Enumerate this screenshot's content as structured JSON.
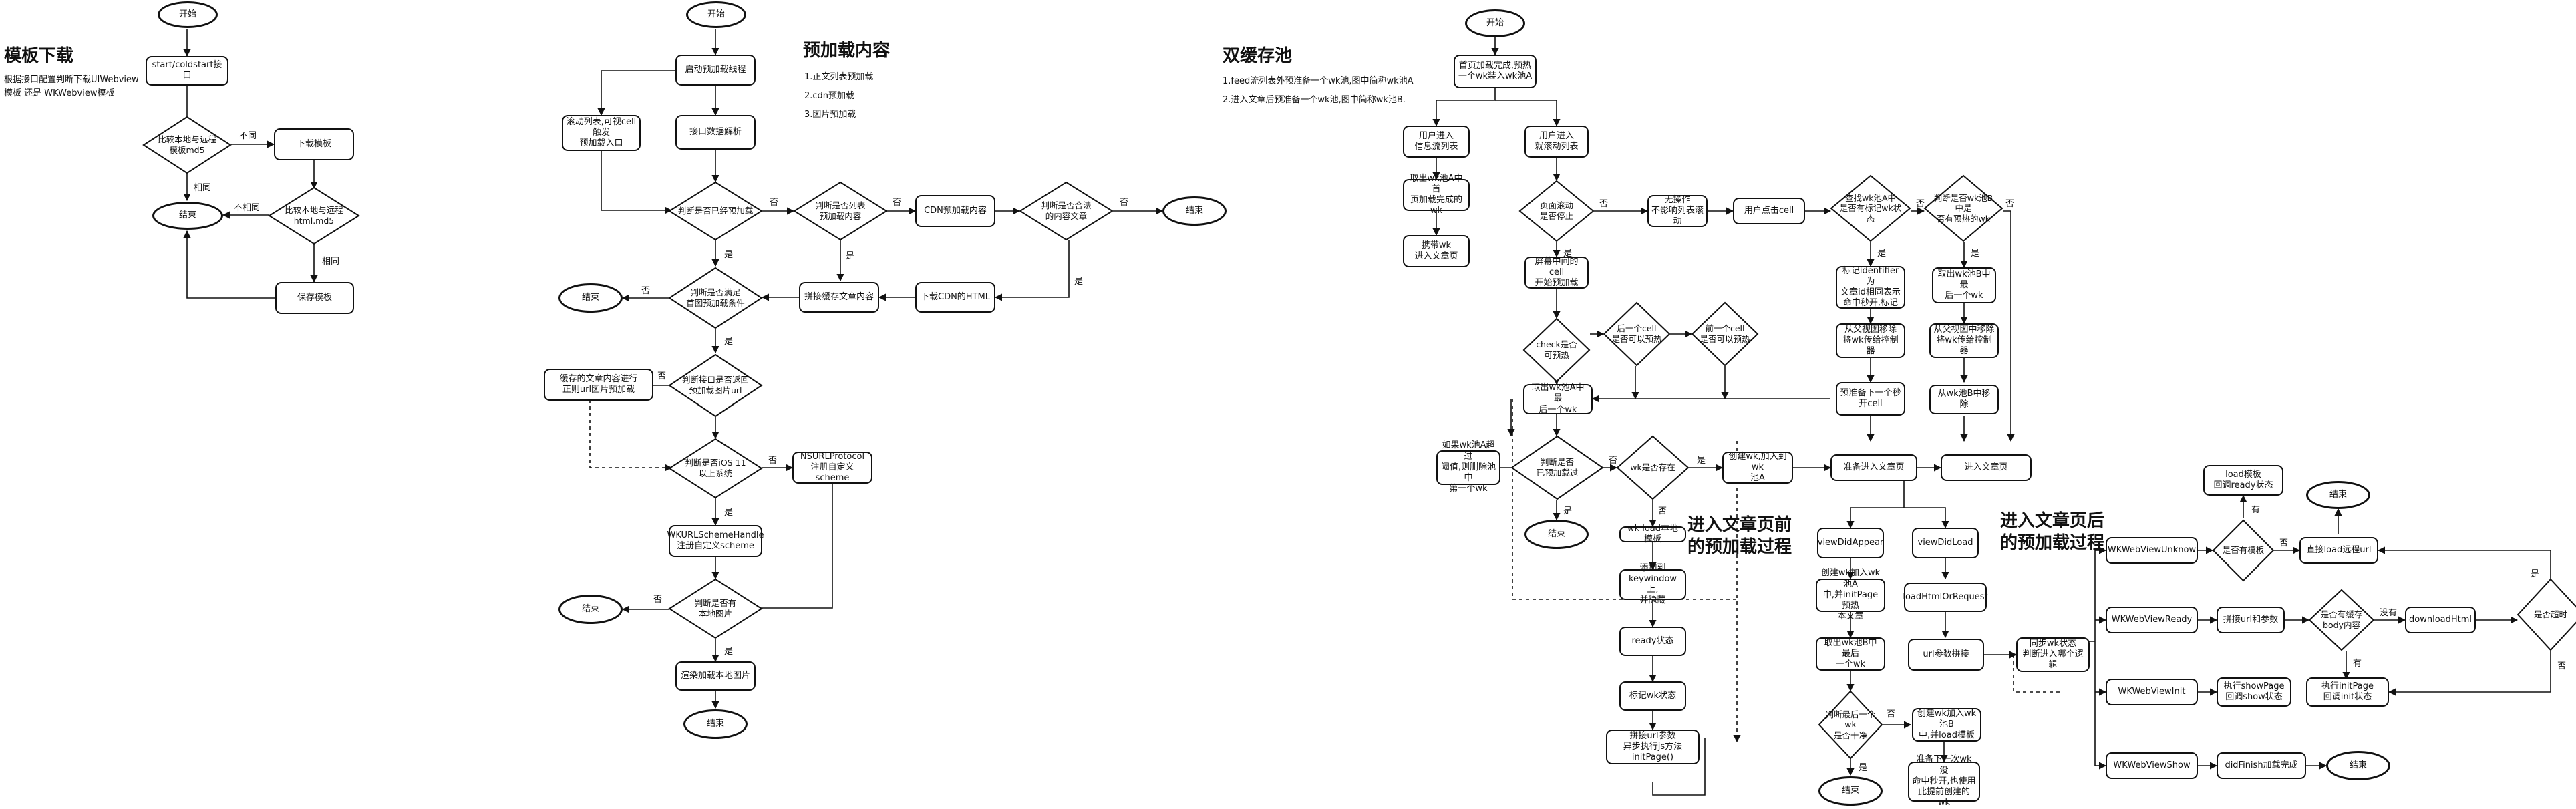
{
  "headings": {
    "template_download": "模板下载",
    "template_desc": "根据接口配置判断下载UIWebview\n模板 还是 WKWebview模板",
    "preload_content": "预加载内容",
    "preload_list": [
      "1.正文列表预加载",
      "2.cdn预加载",
      "3.图片预加载"
    ],
    "dual_cache": "双缓存池",
    "cache_notes": [
      "1.feed流列表外预准备一个wk池,图中简称wk池A",
      "2.进入文章后预准备一个wk池,图中简称wk池B."
    ],
    "enter_article_before": "进入文章页前\n的预加载过程",
    "enter_article_after": "进入文章页后\n的预加载过程"
  },
  "template": {
    "start": "开始",
    "startup": "start/coldstart接口",
    "compare_md5": "比较本地与远程\n模板md5",
    "download_template": "下载模板",
    "compare_html_md5": "比较本地与远程\nhtml.md5",
    "save_template": "保存模板",
    "end": "结束",
    "diff": "不同",
    "same": "相同",
    "not_same": "不相同",
    "same2": "相同"
  },
  "preload": {
    "start": "开始",
    "start_thread": "启动预加载线程",
    "scroll_list": "滚动列表,可视cell触发\n预加载入口",
    "api_parse": "接口数据解析",
    "already_loaded": "判断是否已经预加载",
    "is_list_content": "判断是否列表\n预加载内容",
    "cdn_content": "CDN预加载内容",
    "is_legal_article": "判断是否合法\n的内容文章",
    "end_right": "结束",
    "meet_condition": "判断是否满足\n首图预加载条件",
    "concat_cache": "拼接缓存文章内容",
    "download_cdn": "下载CDN的HTML",
    "end_left": "结束",
    "return_url": "判断接口是否返回\n预加载图片url",
    "cache_update": "缓存的文章内容进行\n正则url图片预加载",
    "ios11": "判断是否iOS 11\n以上系统",
    "nsurl": "NSURLProtocol\n注册自定义scheme",
    "wkurl": "WKURLSchemeHandle\n注册自定义scheme",
    "has_local_image": "判断是否有\n本地图片",
    "end_local": "结束",
    "render_local": "渲染加载本地图片",
    "end_final": "结束",
    "no": "否",
    "yes": "是"
  },
  "pool": {
    "start": "开始",
    "first_page": "首页加载完成,预热\n一个wk装入wk池A",
    "user_enter_list": "用户进入\n信息流列表",
    "user_scroll": "用户进入\n就滚动列表",
    "take_wk": "取出wk池A中首\n页加载完成的wk",
    "carry_wk": "携带wk\n进入文章页",
    "scroll_stop": "页面滚动\n是否停止",
    "no_op": "无操作\n不影响列表滚动",
    "user_click": "用户点击cell",
    "find_pool_a": "查找wk池A中\n是否有标记wk状态",
    "find_pool_b": "判断是否wk池B中是\n否有预热的wk",
    "screen_cell": "屏幕中间的cell\n开始预加载",
    "mark_identifier": "标记identifier为\n文章id相同表示\n命中秒开,标记",
    "take_pool_b": "取出wk池B中最\n后一个wk",
    "check_preload": "check是否\n可预热",
    "prev_cell": "后一个cell\n是否可以预热",
    "next_cell": "前一个cell\n是否可以预热",
    "remove_parent": "从父视图移除\n将wk传给控制器",
    "remove_parent_b": "从父视图中移除\n将wk传给控制器",
    "take_last_a": "取出wk池A中最\n后一个wk",
    "preload_next": "预准备下一个秒\n开cell",
    "remove_from_b": "从wk池B中移除",
    "pool_empty_note": "如果wk池A超过\n阈值,则删除池中\n第一个wk",
    "already_preheated": "判断是否\n已预加载过",
    "wk_exists": "wk是否存在",
    "create_wk": "创建wk,加入到wk\n池A",
    "prepare_enter": "准备进入文章页",
    "enter_article": "进入文章页",
    "end_a": "结束",
    "wk_load_template": "wk load本地模板",
    "add_keywindow": "添加到\nkeywindow 上,\n并隐藏",
    "ready_state": "ready状态",
    "mark_wk_state": "标记wk状态",
    "concat_url": "拼接url参数\n异步执行js方法\ninitPage()",
    "view_did_appear": "viewDidAppear",
    "view_did_load": "viewDidLoad",
    "create_wk_b": "创建wk加入wk池A\n中,并initPage预热\n本文章",
    "load_html": "loadHtmlOrRequest",
    "take_last_b": "取出wk池B中最后\n一个wk",
    "url_concat": "url参数拼接",
    "sync_state": "同步wk状态\n判断进入哪个逻辑",
    "last_wk_clean": "判断最后一个wk\n是否干净",
    "create_wk_pool_b": "创建wk加入wk池B\n中,并load模板",
    "prepare_next_wk": "准备下一次wk没\n命中秒开,也使用\n此提前创建的wk",
    "end_b": "结束",
    "no": "否",
    "yes": "是"
  },
  "states": {
    "unknown": "WKWebViewUnknow",
    "ready": "WKWebViewReady",
    "init": "WKWebViewInit",
    "show": "WKWebViewShow",
    "has_template": "是否有模板",
    "load_template_ready": "load模板\n回调ready状态",
    "end_top": "结束",
    "direct_load_url": "直接load远程url",
    "concat_url_params": "拼接url和参数",
    "has_cached_body": "是否有缓存\nbody内容",
    "download_html": "downloadHtml",
    "is_timeout": "是否超时",
    "exec_showpage": "执行showPage\n回调show状态",
    "exec_initpage": "执行initPage\n回调init状态",
    "did_finish": "didFinish加载完成",
    "end_bottom": "结束",
    "yes": "是",
    "no": "否",
    "has": "有",
    "none": "没有"
  }
}
